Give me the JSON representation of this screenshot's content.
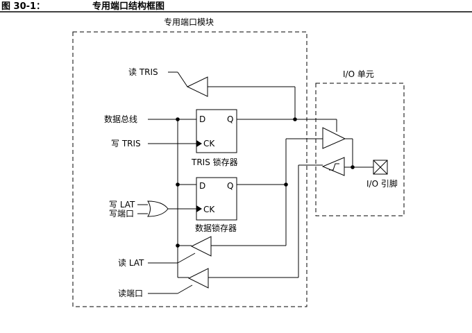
{
  "figure": {
    "number": "图 30-1：",
    "title": "专用端口结构框图"
  },
  "module": {
    "title": "专用端口模块"
  },
  "io_cell": {
    "title": "I/O 单元",
    "pin_label": "I/O 引脚"
  },
  "signals": {
    "read_tris": "读 TRIS",
    "data_bus": "数据总线",
    "write_tris": "写 TRIS",
    "write_lat": "写 LAT",
    "write_port": "写端口",
    "read_lat": "读 LAT",
    "read_port": "读端口"
  },
  "latches": {
    "tris": {
      "d": "D",
      "q": "Q",
      "ck": "CK",
      "name": "TRIS 锁存器"
    },
    "data": {
      "d": "D",
      "q": "Q",
      "ck": "CK",
      "name": "数据锁存器"
    }
  }
}
